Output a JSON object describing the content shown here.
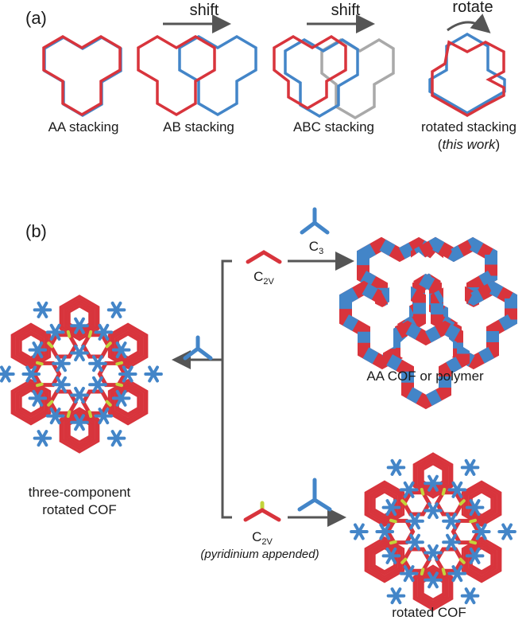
{
  "colors": {
    "red": "#d8343c",
    "blue": "#4385c8",
    "gray": "#a9a9a9",
    "arrow": "#555555",
    "pyridinium": "#c3d43a"
  },
  "panel_a": {
    "label": "(a)",
    "items": [
      {
        "caption": "AA stacking",
        "operation": ""
      },
      {
        "caption": "AB stacking",
        "operation": "shift"
      },
      {
        "caption": "ABC stacking",
        "operation": "shift"
      },
      {
        "caption": "rotated stacking",
        "caption_note_open": "(",
        "caption_note": "this work",
        "caption_note_close": ")",
        "operation": "rotate"
      }
    ]
  },
  "panel_b": {
    "label": "(b)",
    "top_monomer": {
      "symbol": "C",
      "subscript": "2V"
    },
    "top_linker": {
      "symbol": "C",
      "subscript": "3"
    },
    "top_product": "AA COF or polymer",
    "bottom_monomer": {
      "symbol": "C",
      "subscript": "2V",
      "note": "(pyridinium appended)"
    },
    "bottom_product": "rotated COF",
    "left_product": "three-component\nrotated COF",
    "left_product_lines": [
      "three-component",
      "rotated COF"
    ]
  }
}
